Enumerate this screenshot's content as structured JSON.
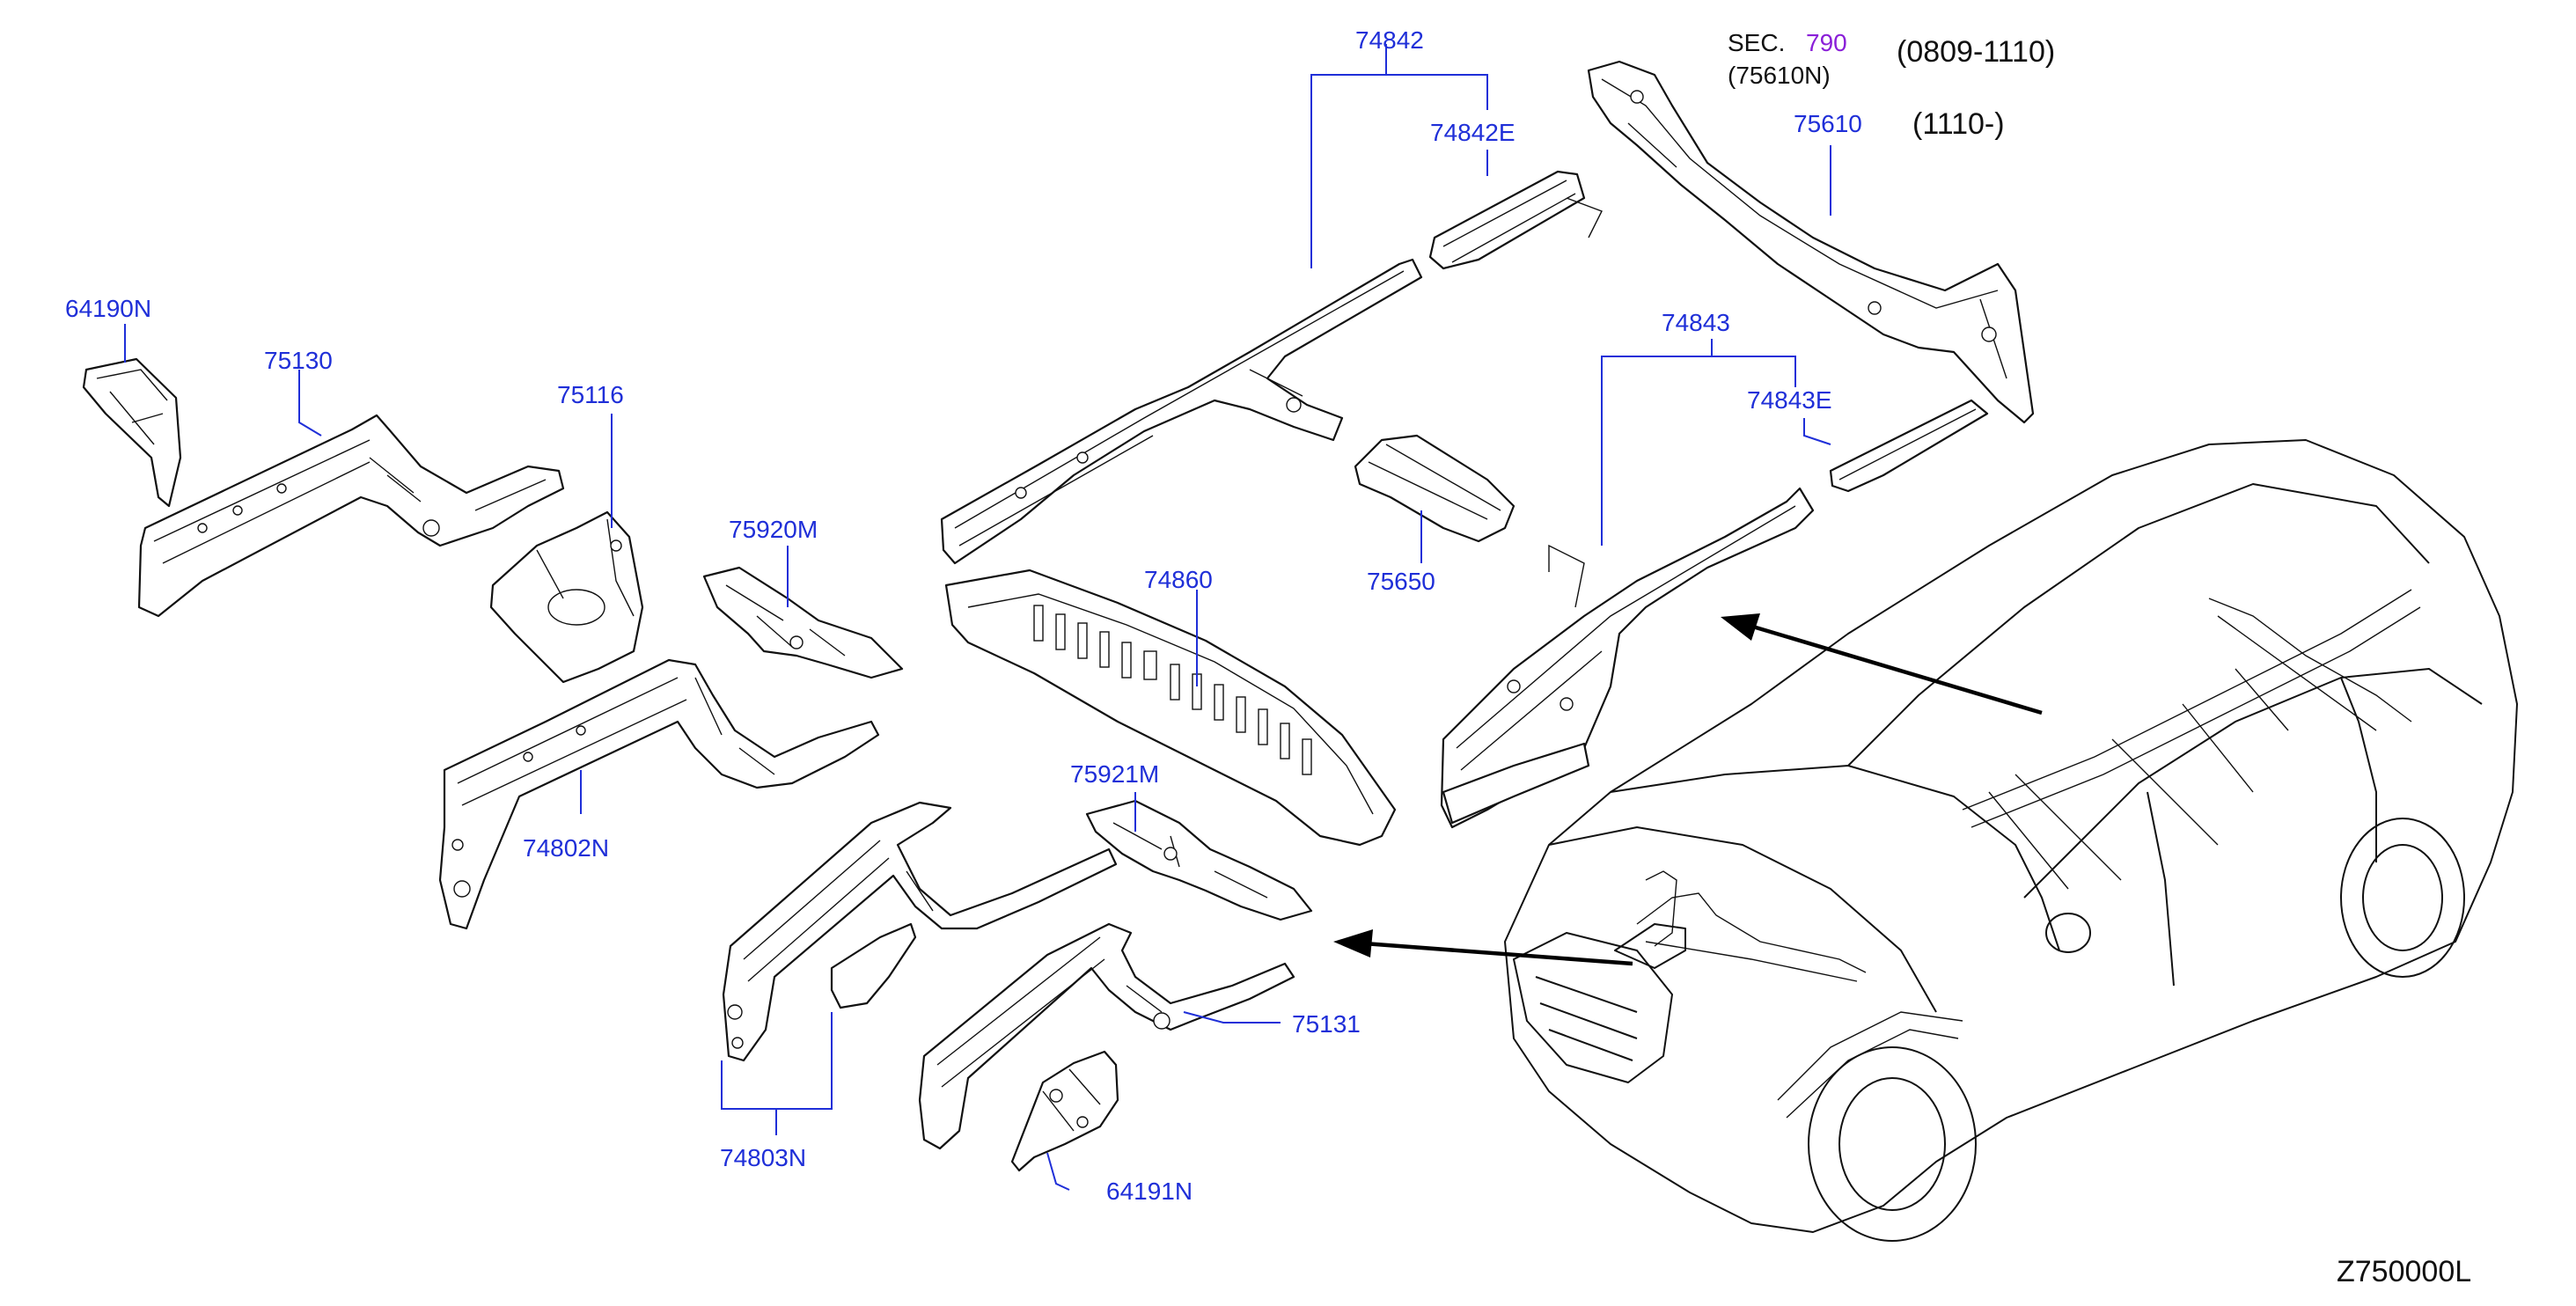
{
  "part_labels": {
    "p64190N": "64190N",
    "p75130": "75130",
    "p75116": "75116",
    "p75920M": "75920M",
    "p74860": "74860",
    "p74802N": "74802N",
    "p75921M": "75921M",
    "p74803N": "74803N",
    "p75131": "75131",
    "p64191N": "64191N",
    "p74842": "74842",
    "p74842E": "74842E",
    "p75650": "75650",
    "p74843": "74843",
    "p74843E": "74843E",
    "p75610": "75610"
  },
  "section_ref": {
    "sec_prefix": "SEC.",
    "sec_number": "790",
    "sec_part": "(75610N)",
    "range_old": "(0809-1110)",
    "range_new": "(1110-)"
  },
  "diagram_code": "Z750000L",
  "colors": {
    "label_blue": "#1f2fd8",
    "section_purple": "#8a1fd8",
    "line_black": "#111111"
  }
}
